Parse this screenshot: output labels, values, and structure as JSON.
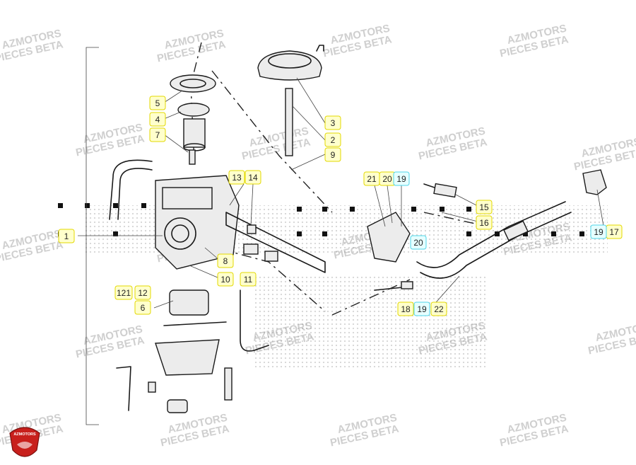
{
  "watermark": {
    "line1": "AZMOTORS",
    "line2": "PIECES BETA",
    "color": "#cfcfcf",
    "big_text_color": "#e4e4e4"
  },
  "logo": {
    "text": "AZMOTORS",
    "color": "#c8201c"
  },
  "callouts": [
    {
      "label": "1",
      "style": "yellow"
    },
    {
      "label": "2",
      "style": "yellow"
    },
    {
      "label": "3",
      "style": "yellow"
    },
    {
      "label": "4",
      "style": "yellow"
    },
    {
      "label": "5",
      "style": "yellow"
    },
    {
      "label": "6",
      "style": "yellow"
    },
    {
      "label": "7",
      "style": "yellow"
    },
    {
      "label": "8",
      "style": "yellow"
    },
    {
      "label": "9",
      "style": "yellow"
    },
    {
      "label": "10",
      "style": "yellow"
    },
    {
      "label": "11",
      "style": "yellow"
    },
    {
      "label": "12",
      "style": "yellow"
    },
    {
      "label": "121",
      "style": "yellow"
    },
    {
      "label": "13",
      "style": "yellow"
    },
    {
      "label": "14",
      "style": "yellow"
    },
    {
      "label": "15",
      "style": "yellow"
    },
    {
      "label": "16",
      "style": "yellow"
    },
    {
      "label": "17",
      "style": "yellow"
    },
    {
      "label": "19",
      "style": "cyan"
    },
    {
      "label": "18",
      "style": "yellow"
    },
    {
      "label": "19",
      "style": "cyan"
    },
    {
      "label": "22",
      "style": "yellow"
    },
    {
      "label": "20",
      "style": "cyan"
    },
    {
      "label": "21",
      "style": "yellow"
    },
    {
      "label": "20",
      "style": "yellow"
    },
    {
      "label": "19",
      "style": "cyan"
    }
  ]
}
